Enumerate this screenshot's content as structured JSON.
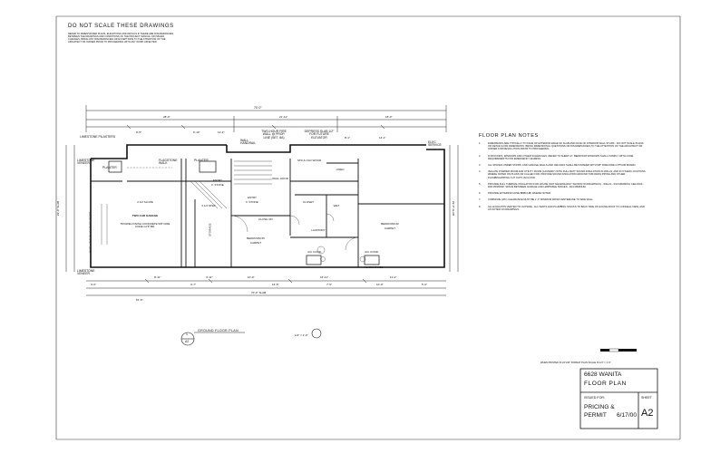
{
  "general_note": {
    "title": "DO NOT SCALE THESE DRAWINGS",
    "body": "REFER TO DIMENSIONED PLANS, ELEVATIONS AND DETAILS IF THERE ARE DISCREPANCIES BETWEEN THE DRAWINGS AND CONDITIONS OF THE PROJECT MANUAL OR ISSUED CHANGES, BRING ANY DISCREPANCIES OR EXCEPTIONS TO THE ATTENTION OF THE ARCHITECT OR OWNER PRIOR TO PROCEEDING WITH ANY WORK AFFECTED."
  },
  "floor_plan_notes": {
    "title": "FLOOR  PLAN  NOTES",
    "items": [
      {
        "n": "1.",
        "text": "DIMENSIONS ARE TYPICALLY TO FACE OF EXTERIOR EDGE OF SLAB AND FACE OF INTERIOR WALL STUDS - DO NOT SCALE PLANS OR DETAILS FOR DIMENSIONS. BRING DIMENSIONAL QUESTIONS OR DISCREPANCIES TO THE ATTENTION OF THE ARCHITECT OR OWNER FOR RESOLUTION PRIOR TO PROCEEDING."
      },
      {
        "n": "2.",
        "text": "FOR DOORS, WINDOWS AND OTHER SCHEDULES, REFER TO SHEET A7. BEDROOM WINDOWS SHALL COMPLY WITH CODE REQUIREMENTS FOR EMERGENCY EGRESS."
      },
      {
        "n": "3.",
        "text": "ALL SPACES UNDER STAIRS, AND GARAGE WALLS AND CEILINGS SHALL BE FINISHED WITH 5/8\" FIRECODE GYPSUM BOARD."
      },
      {
        "n": "4.",
        "text": "ISOLATE POWDER ROOM AND UTILITY ROOM (LAUNDRY) WITH FULL BATT SOUND INSULATION IN WALLS, AND IN OTHER LOCATIONS WHERE NOTED ON PLANS OR CALLED FOR. PROVIDE SOUND INSULATION AROUND TUB DRAIN PIPING AND OTHER PLUMBING/PIPING CUT OUTS IN FLOOR."
      },
      {
        "n": "5.",
        "text": "PROVIDE FULL THERMAL INSULATION FOR HOUSE (NOT NECESSARILY SHOWN ON DRAWINGS) - WALLS - R13 MINIMUM, CEILINGS - R30 MINIMUM, SPACE BETWEEN GARAGE AND HABITABLE SPACES - R13 MINIMUM."
      },
      {
        "n": "6.",
        "text": "PROVIDE EXTERIOR HOSE BIBB (HB) WHERE NOTED."
      },
      {
        "n": "7.",
        "text": "COMMODE (WC) CLEARANCE MUST BE 1'-3\" MINIMUM FROM CENTERLINE TO SIDE WALL."
      },
      {
        "n": "8.",
        "text": "ALL EXHAUSTS VENTED TO OUTSIDE - ALL VENTS AND PLUMBING STACKS TO BACK SIDE OF HOUSE ROOF TO CONCEAL VIEW, AND AS NOTED ON DRAWINGS."
      }
    ]
  },
  "scale_note": "WHEN PRINTED IN 24\"x36\" FORMAT PLAN SCALE IS 1/4\" = 1'-0\"",
  "plan": {
    "overall_top": "70'-0\"",
    "segments_top": [
      "28'-0\"",
      "21'-11\"",
      "18'-0\""
    ],
    "overall_bottom": "70'-0\" SLAB",
    "overall_bottom_2": "61'-6\"",
    "depth_left": "29'-0\" SLAB",
    "depth_right": "29'-0\" SLAB",
    "labels": {
      "limestone_pilasters": "LIMESTONE PILASTERS",
      "limestone_veneer_top": "LIMESTONE VENEER",
      "limestone_veneer_bottom": "LIMESTONE VENEER",
      "planter_1": "PLANTER",
      "planter_2": "PLANTER",
      "flagstone_walk": "FLAGSTONE WALK",
      "two_hour_wall": "TWO-HOUR FIRE WALL @ PROP. LINE (SET. 8A)",
      "depress_slab": "DEPRESS SLAB 1/2\" FOR FUTURE ELEVATOR",
      "wall_handrail": "WALL HANDRAIL",
      "elec_service": "ELEC SERVICE",
      "std_old_wood": "STD & OLD WOOD",
      "linen": "LINEN",
      "wall_hood": "WALL HOOD",
      "garage": "TWO CAR GARAGE",
      "garage_sub": "TROWEL FINISH CONCRETE 5/8\" FIRE CODE GYP. BD.",
      "slope": "2 1/2 SLOPE",
      "garage_door": "16'-0\" x 7'-0\" OH GARAGE DOOR",
      "entry_1": "ENTRY",
      "entry_1_sub": "F. STONE",
      "entry_2": "ENTRY",
      "entry_2_sub": "F. STONE",
      "step": "2 1/2 STEP",
      "storage": "STORAGE",
      "bedroom3": "BEDROOM #3",
      "bedroom3_sub": "CARPET",
      "bedroom2": "BEDROOM #2",
      "bedroom2_sub": "CARPET",
      "closet": "CLOSET",
      "wet": "WET",
      "lavatory": "LAVATORY",
      "flush_on": "FLUSH ON",
      "ac_cond_1": "A/C COND.",
      "ac_cond_2": "A/C COND.",
      "alarm_panel": "ALARM PANEL"
    },
    "dims_misc": [
      "9'-5\"",
      "6'-10\"",
      "11'-2\"",
      "8'-1\"",
      "14'-1\"",
      "8'-11\"",
      "10'-9\"",
      "4'-11\"",
      "11'-0\"",
      "16'-11\"",
      "16'-5\"",
      "7'-5\"",
      "5'-6\"",
      "3'-7\"",
      "4'-0\"",
      "10'-0\""
    ]
  },
  "plan_caption": {
    "number": "1",
    "sheet": "A2",
    "title": "GROUND  FLOOR  PLAN",
    "scale": "1/4\" = 1'-0\""
  },
  "title_block": {
    "project": "6628 WANITA",
    "sheet_title": "FLOOR  PLAN",
    "issued_for_label": "ISSUED FOR:",
    "issued_for": "PRICING &",
    "issued_for_2": "PERMIT",
    "date": "6/17/00",
    "sheet_label": "SHEET",
    "sheet": "A2"
  }
}
